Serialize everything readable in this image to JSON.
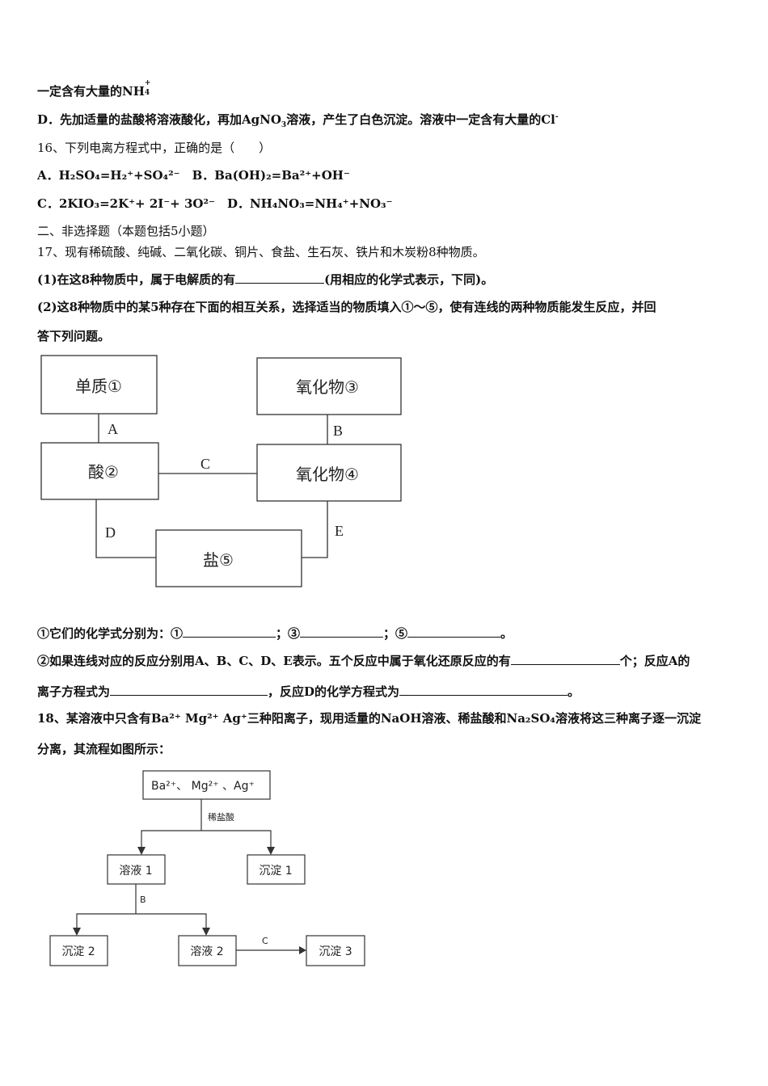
{
  "lines": {
    "l1": "一定含有大量的NH",
    "l1_sup": "+",
    "l1_sub": "4",
    "l2a": "D．先加适量的盐酸将溶液酸化，再加AgNO",
    "l2_sub": "3",
    "l2b": "溶液，产生了白色沉淀。溶液中一定含有大量的Cl",
    "l2_sup": "-",
    "q16": "16、下列电离方程式中，正确的是（　　）",
    "q16a": "A．H₂SO₄=H₂⁺+SO₄²⁻　B．Ba(OH)₂=Ba²⁺+OH⁻",
    "q16c": "C．2KIO₃=2K⁺+ 2I⁻+ 3O²⁻　D．NH₄NO₃=NH₄⁺+NO₃⁻",
    "sec2": "二、非选择题（本题包括5小题）",
    "q17": "17、现有稀硫酸、纯碱、二氧化碳、铜片、食盐、生石灰、铁片和木炭粉8种物质。",
    "q17_1a": "(1)在这8种物质中，属于电解质的有",
    "q17_1b": "(用相应的化学式表示，下同)。",
    "q17_2a": "(2)这8种物质中的某5种存在下面的相互关系，选择适当的物质填入①～⑤，使有连线的两种物质能发生反应，并回",
    "q17_2b": "答下列问题。",
    "a1a": "①它们的化学式分别为：①",
    "a1b": "；③",
    "a1c": "；⑤",
    "a1d": "。",
    "a2a": "②如果连线对应的反应分别用A、B、C、D、E表示。五个反应中属于氧化还原反应的有",
    "a2b": "个；反应A的",
    "a3a": "离子方程式为",
    "a3b": "，反应D的化学方程式为",
    "a3c": "。",
    "q18a": "18、某溶液中只含有Ba²⁺ Mg²⁺ Ag⁺三种阳离子，现用适量的NaOH溶液、稀盐酸和Na₂SO₄溶液将这三种离子逐一沉淀",
    "q18b": "分离，其流程如图所示："
  },
  "diagram1": {
    "box1": "单质①",
    "box2": "酸②",
    "box3": "氧化物③",
    "box4": "氧化物④",
    "box5": "盐⑤",
    "labelA": "A",
    "labelB": "B",
    "labelC": "C",
    "labelD": "D",
    "labelE": "E"
  },
  "diagram2": {
    "top": "Ba²⁺、 Mg²⁺ 、Ag⁺",
    "reagent1": "稀盐酸",
    "sol1": "溶液 1",
    "ppt1": "沉淀 1",
    "reagentB": "B",
    "ppt2": "沉淀 2",
    "sol2": "溶液 2",
    "reagentC": "C",
    "ppt3": "沉淀 3"
  }
}
